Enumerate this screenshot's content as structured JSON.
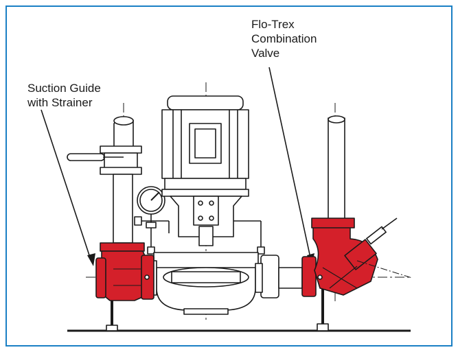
{
  "labels": {
    "suction_guide": [
      "Suction Guide",
      "with Strainer"
    ],
    "flo_trex": [
      "Flo-Trex",
      "Combination",
      "Valve"
    ]
  },
  "colors": {
    "frame": "#1a7fc4",
    "red_parts": "#d4202a",
    "line_art": "#1a1a1a"
  },
  "icons": [
    "pressure-gauge-icon",
    "pump-motor-icon",
    "valve-icon",
    "strainer-icon"
  ]
}
